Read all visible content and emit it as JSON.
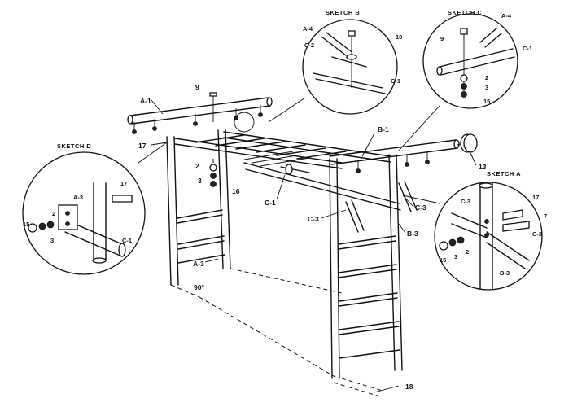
{
  "sketches": {
    "b": {
      "title": "SKETCH B",
      "labels": {
        "a4": "A-4",
        "c2": "C-2",
        "c1": "C-1",
        "n10": "10"
      }
    },
    "c": {
      "title": "SKETCH C",
      "labels": {
        "a4": "A-4",
        "n9": "9",
        "c1": "C-1",
        "n2": "2",
        "n3": "3",
        "n15": "15"
      }
    },
    "d": {
      "title": "SKETCH D",
      "labels": {
        "a3": "A-3",
        "n17": "17",
        "n15": "15",
        "n2": "2",
        "n3": "3",
        "c1": "C-1"
      }
    },
    "a": {
      "title": "SKETCH A",
      "labels": {
        "c3a": "C-3",
        "n17": "17",
        "n7": "7",
        "c3b": "C-3",
        "n15": "15",
        "n3": "3",
        "n2": "2",
        "b3": "B-3"
      }
    }
  },
  "main": {
    "labels": {
      "a1": "A-1",
      "n9": "9",
      "n17": "17",
      "n2": "2",
      "n3": "3",
      "n16": "16",
      "b1": "B-1",
      "n13": "13",
      "c1": "C-1",
      "c3a": "C-3",
      "c3b": "C-3",
      "b3": "B-3",
      "a3": "A-3",
      "angle": "90°",
      "n18": "18"
    }
  }
}
